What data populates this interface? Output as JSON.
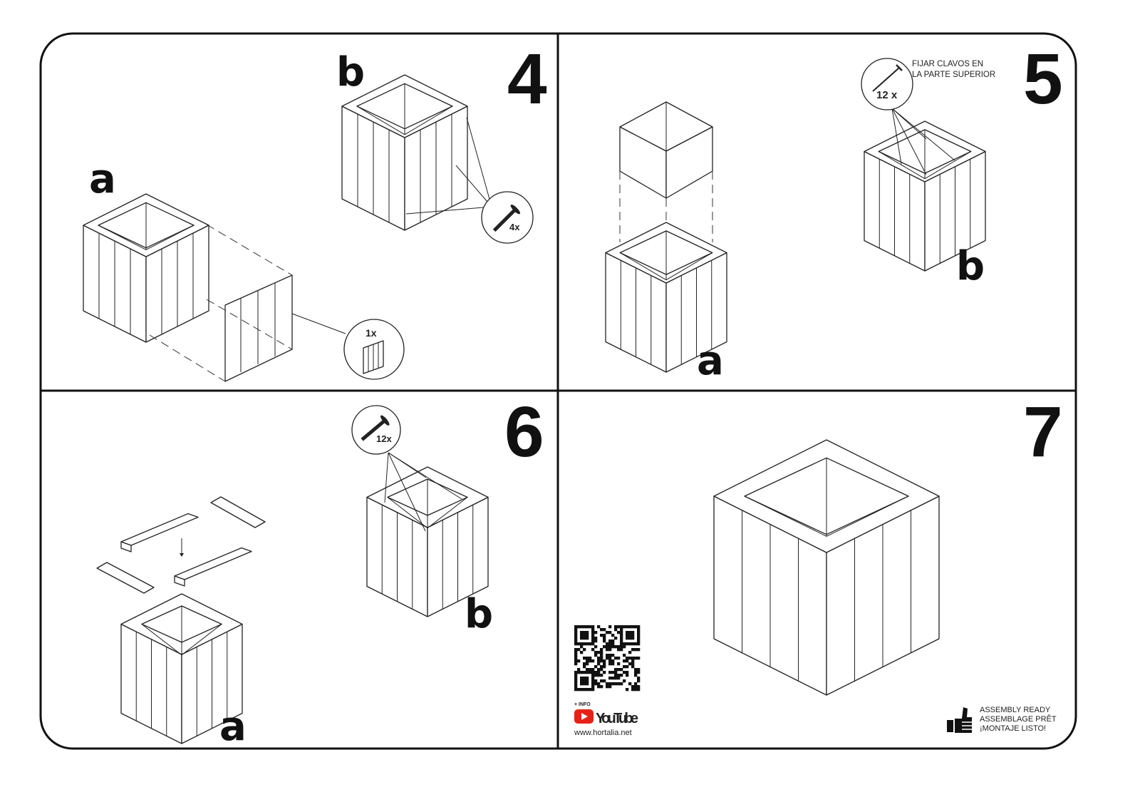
{
  "steps": [
    {
      "number": "4",
      "label_a": "a",
      "label_b": "b",
      "screws_callout": "4x",
      "panel_callout": "1x"
    },
    {
      "number": "5",
      "label_a": "a",
      "label_b": "b",
      "nails_callout": "12 x",
      "note_line1": "FIJAR CLAVOS EN",
      "note_line2": "LA PARTE SUPERIOR"
    },
    {
      "number": "6",
      "label_a": "a",
      "label_b": "b",
      "screws_callout": "12x"
    },
    {
      "number": "7"
    }
  ],
  "info": {
    "plus_info": "+ INFO",
    "youtube": "YouTube",
    "website": "www.hortalia.net"
  },
  "ready": {
    "line1": "ASSEMBLY READY",
    "line2": "ASSEMBLAGE PRÊT",
    "line3": "¡MONTAJE LISTO!"
  },
  "colors": {
    "youtube_red": "#e62117",
    "ink": "#111111"
  }
}
